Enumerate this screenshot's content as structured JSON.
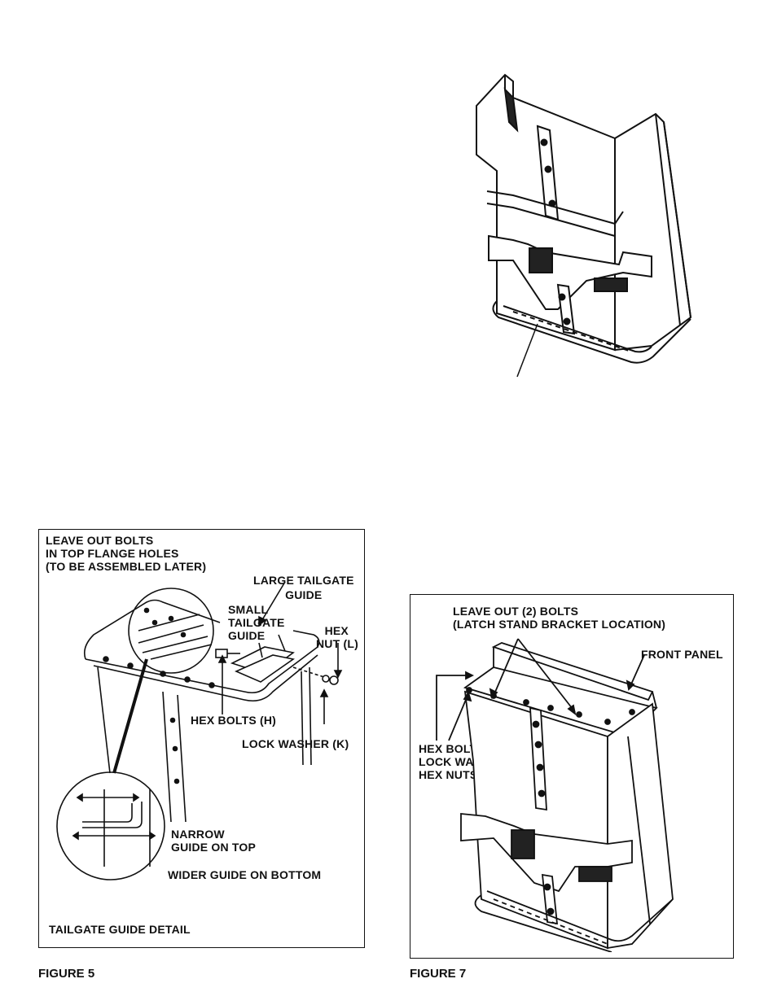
{
  "top_figure": {
    "description_icon": "hopper-assembly-illustration"
  },
  "figure5": {
    "caption": "FIGURE 5",
    "labels": {
      "leave_out_line1": "LEAVE OUT BOLTS",
      "leave_out_line2": "IN TOP FLANGE HOLES",
      "leave_out_line3": "(TO BE ASSEMBLED LATER)",
      "large_tailgate_line1": "LARGE TAILGATE",
      "large_tailgate_line2": "GUIDE",
      "small_tailgate_line1": "SMALL",
      "small_tailgate_line2": "TAILGATE",
      "small_tailgate_line3": "GUIDE",
      "hex_nut_line1": "HEX",
      "hex_nut_line2": "NUT (L)",
      "hex_bolts": "HEX BOLTS (H)",
      "lock_washer": "LOCK WASHER (K)",
      "narrow_line1": "NARROW",
      "narrow_line2": "GUIDE ON TOP",
      "wider_guide": "WIDER GUIDE ON BOTTOM",
      "detail_title": "TAILGATE GUIDE DETAIL"
    }
  },
  "figure7": {
    "caption": "FIGURE 7",
    "labels": {
      "leave_out_line1": "LEAVE OUT (2) BOLTS",
      "leave_out_line2": "(LATCH STAND BRACKET LOCATION)",
      "front_panel": "FRONT PANEL",
      "hex_bolts": "HEX BOLTS (F)",
      "lock_washers": "LOCK WASHERS (K)",
      "hex_nuts": "HEX NUTS (L)"
    }
  }
}
